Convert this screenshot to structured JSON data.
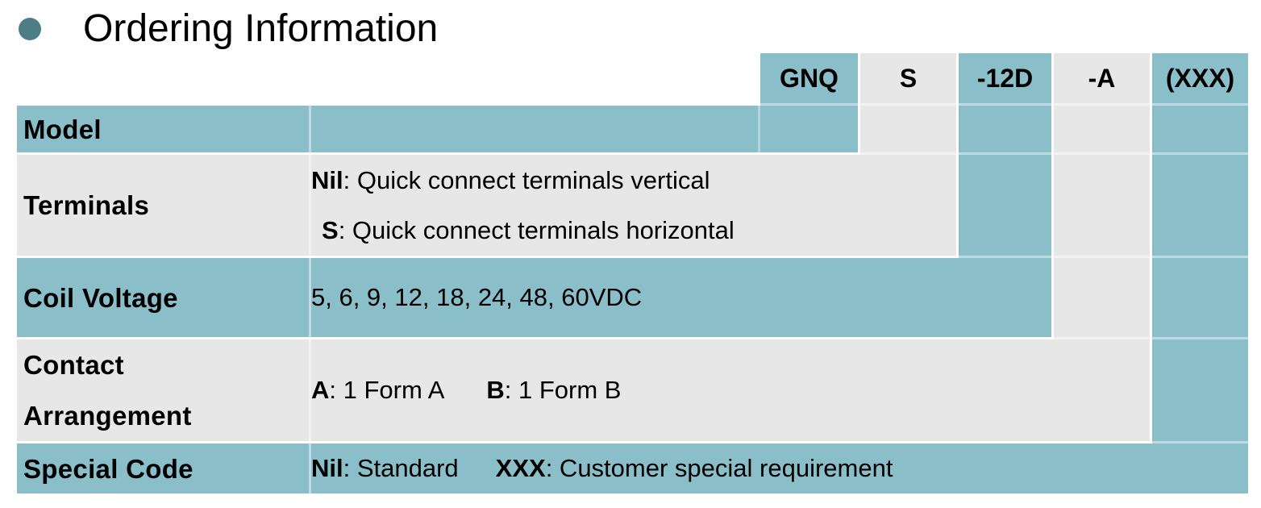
{
  "page": {
    "title": "Ordering Information"
  },
  "colors": {
    "teal": "#8ABEC9",
    "gray": "#E7E7E7",
    "bullet_teal": "#4D7E88",
    "text": "#000000"
  },
  "code_header": {
    "parts": [
      {
        "text": "GNQ"
      },
      {
        "text": "S"
      },
      {
        "text": "-12D"
      },
      {
        "text": "-A"
      },
      {
        "text": "(XXX)"
      }
    ]
  },
  "rows": {
    "model": {
      "label": "Model"
    },
    "terminals": {
      "label": "Terminals",
      "line1": {
        "code": "Nil",
        "desc": ": Quick connect terminals vertical"
      },
      "line2": {
        "code": "S",
        "desc": ": Quick connect terminals horizontal"
      }
    },
    "coil_voltage": {
      "label": "Coil Voltage",
      "value": "5, 6, 9, 12, 18, 24, 48, 60VDC"
    },
    "contact_arrangement": {
      "label_line1": "Contact",
      "label_line2": "Arrangement",
      "option_a": {
        "code": "A",
        "desc": ": 1 Form A"
      },
      "option_b": {
        "code": "B",
        "desc": ": 1 Form B"
      }
    },
    "special_code": {
      "label": "Special Code",
      "option_nil": {
        "code": "Nil",
        "desc": ": Standard"
      },
      "option_xxx": {
        "code": "XXX",
        "desc": ": Customer special requirement"
      }
    }
  }
}
